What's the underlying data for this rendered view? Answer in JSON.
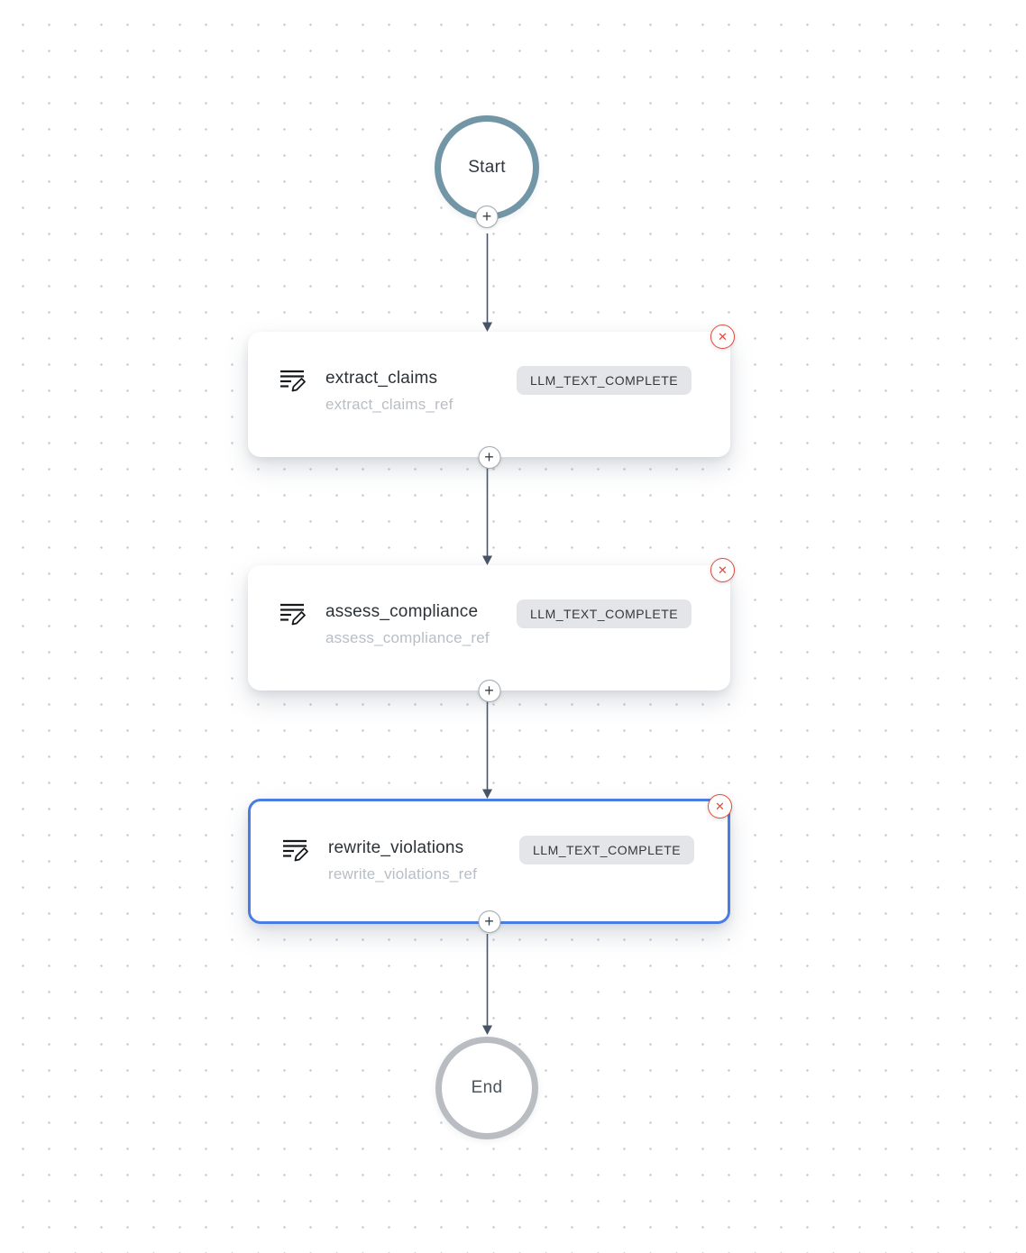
{
  "flow": {
    "start": {
      "label": "Start"
    },
    "end": {
      "label": "End"
    },
    "nodes": [
      {
        "title": "extract_claims",
        "subtitle": "extract_claims_ref",
        "badge": "LLM_TEXT_COMPLETE",
        "selected": false
      },
      {
        "title": "assess_compliance",
        "subtitle": "assess_compliance_ref",
        "badge": "LLM_TEXT_COMPLETE",
        "selected": false
      },
      {
        "title": "rewrite_violations",
        "subtitle": "rewrite_violations_ref",
        "badge": "LLM_TEXT_COMPLETE",
        "selected": true
      }
    ]
  },
  "icons": {
    "add": "+",
    "close": "✕"
  },
  "colors": {
    "start_node_border": "#7296a6",
    "end_node_border": "#b9bdc2",
    "selected_node_border": "#4a7de2",
    "edge": "#475467",
    "delete_accent": "#df4c41",
    "badge_background": "#e4e5e8"
  }
}
